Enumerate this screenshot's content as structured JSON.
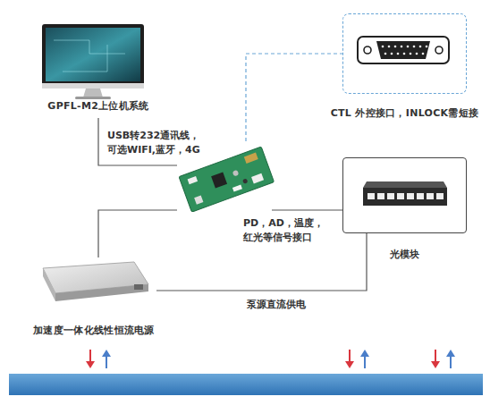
{
  "diagram": {
    "nodes": [
      {
        "text": [
          "GPFL-M2上位机系统"
        ]
      },
      {
        "text": []
      },
      {
        "text": [
          "CTL 外控接口，INLOCK需短接"
        ]
      },
      {
        "text": [
          "光模块"
        ]
      },
      {
        "text": [
          "加速度一体化线性恒流电源"
        ]
      }
    ],
    "edges": [
      {
        "from": 0,
        "to": 1,
        "arrow": "none",
        "label": "USB转232通讯线， 可选WIFI,蓝牙，4G"
      },
      {
        "from": 1,
        "to": 2,
        "arrow": "none"
      },
      {
        "from": 1,
        "to": 3,
        "arrow": "none",
        "label": "PD，AD，温度， 红光等信号接口"
      },
      {
        "from": 1,
        "to": 4,
        "arrow": "none"
      },
      {
        "from": 4,
        "to": 3,
        "arrow": "none",
        "label": "泵源直流供电"
      }
    ]
  }
}
